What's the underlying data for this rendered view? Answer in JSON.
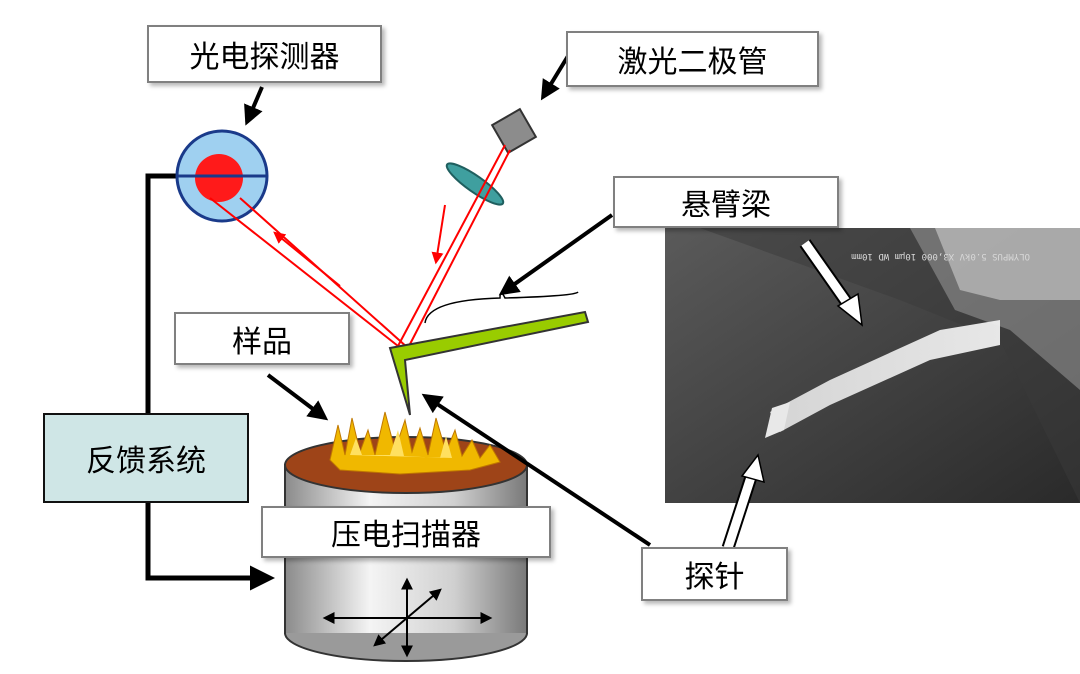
{
  "labels": {
    "photodetector": "光电探测器",
    "laser_diode": "激光二极管",
    "cantilever": "悬臂梁",
    "sample": "样品",
    "feedback_system": "反馈系统",
    "piezo_scanner": "压电扫描器",
    "probe_tip": "探针"
  },
  "sem_image": {
    "caption_text": "OLYMPUS 5.0kV X3,000 10μm WD 10mm"
  },
  "colors": {
    "laser_beam": "#ff0000",
    "detector_outer": "#9fd0f0",
    "detector_spot": "#ff1a1a",
    "lens": "#3f9f9f",
    "cantilever": "#99cc00",
    "feedback_fill": "#cfe6e6",
    "sample_surface": "#a0471a",
    "sample_peaks": "#f5c000"
  },
  "icons": [
    "arrow-icon",
    "xyz-axes-icon"
  ]
}
